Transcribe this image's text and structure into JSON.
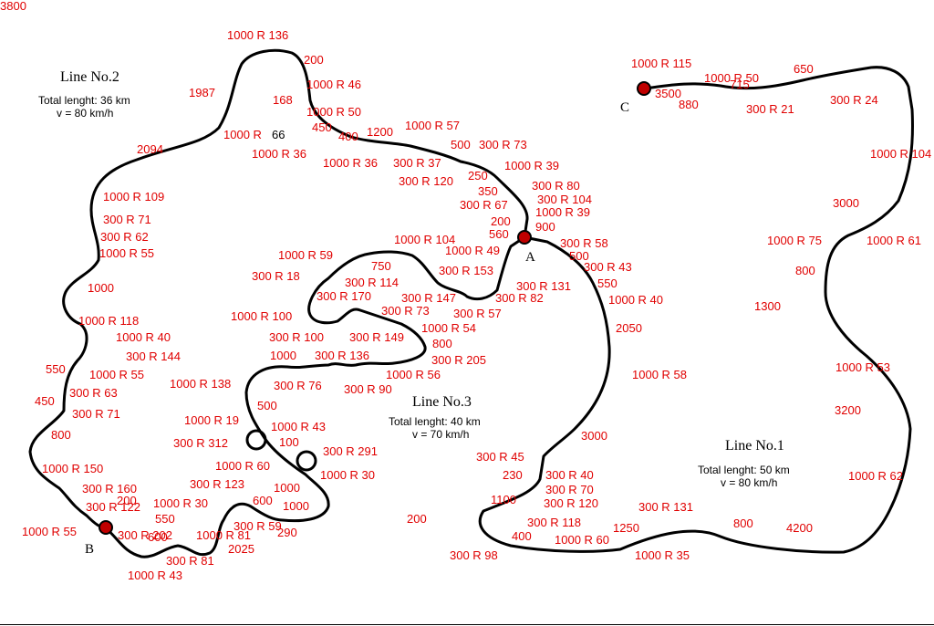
{
  "colors": {
    "track": "#000000",
    "label": "#e00000",
    "station": "#c00000"
  },
  "lines": {
    "line1": {
      "title": "Line No.1",
      "length": "Total lenght: 50 km",
      "speed": "v = 80 km/h"
    },
    "line2": {
      "title": "Line No.2",
      "length": "Total lenght: 36 km",
      "speed": "v = 80 km/h"
    },
    "line3": {
      "title": "Line No.3",
      "length": "Total lenght: 40 km",
      "speed": "v = 70 km/h"
    }
  },
  "stations": {
    "a": "A",
    "b": "B",
    "c": "C"
  },
  "labels": [
    "1000 R 136",
    "200",
    "1000 R 46",
    "168",
    "1987",
    "1000 R 50",
    "450",
    "400",
    "1200",
    "1000 R 57",
    "1000 R",
    "66",
    "2094",
    "1000 R 36",
    "1000 R 36",
    "300 R 37",
    "500",
    "300 R 73",
    "250",
    "1000 R 39",
    "300 R 120",
    "350",
    "300 R 80",
    "300 R 104",
    "300 R 67",
    "1000 R 39",
    "200",
    "560",
    "900",
    "1000 R 109",
    "300 R 71",
    "300 R 62",
    "1000 R 55",
    "1000 R 104",
    "1000 R 59",
    "1000 R 49",
    "300 R 58",
    "500",
    "750",
    "300 R 18",
    "300 R 153",
    "300 R 43",
    "300 R 114",
    "550",
    "300 R 131",
    "300 R 170",
    "300 R 147",
    "300 R 82",
    "1000 R 40",
    "1000",
    "300 R 73",
    "300 R 57",
    "1000 R 118",
    "1000 R 100",
    "1000 R 54",
    "2050",
    "1000 R 40",
    "300 R 100",
    "300 R 149",
    "800",
    "300 R 144",
    "1000",
    "300 R 136",
    "300 R 205",
    "550",
    "1000 R 55",
    "1000 R 56",
    "1000 R 58",
    "1000 R 138",
    "300 R 76",
    "300 R 90",
    "300 R 63",
    "450",
    "500",
    "300 R 71",
    "1000 R 19",
    "1000 R 43",
    "800",
    "300 R 312",
    "100",
    "3000",
    "300 R 291",
    "1000 R 60",
    "300 R 45",
    "1000 R 150",
    "1000 R 30",
    "300 R 123",
    "230",
    "300 R 40",
    "300 R 160",
    "1000",
    "300 R 70",
    "600",
    "200",
    "1100",
    "300 R 122",
    "1000 R 30",
    "1000",
    "300 R 120",
    "550",
    "300 R 131",
    "1000 R 55",
    "300 R 202",
    "600",
    "200",
    "300 R 118",
    "300 R 59",
    "400",
    "1250",
    "800",
    "4200",
    "1000 R 81",
    "290",
    "1000 R 60",
    "2025",
    "300 R 81",
    "300 R 98",
    "1000 R 35",
    "1000 R 43",
    "1000 R 115",
    "1000 R 50",
    "715",
    "650",
    "3500",
    "880",
    "300 R 21",
    "300 R 24",
    "1000 R 104",
    "3000",
    "1000 R 75",
    "1000 R 61",
    "800",
    "1300",
    "1000 R 53",
    "3200",
    "1000 R 62",
    "3800"
  ]
}
